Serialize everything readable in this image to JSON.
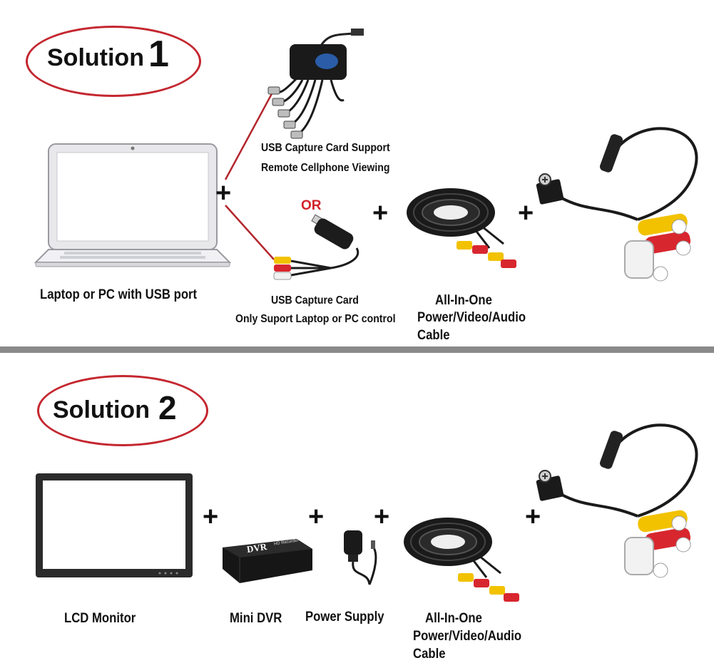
{
  "solution1": {
    "title_word": "Solution",
    "title_number": "1",
    "laptop_label": "Laptop or PC with USB port",
    "capture_card_support_label_line1": "USB Capture Card Support",
    "capture_card_support_label_line2": "Remote Cellphone Viewing",
    "or_label": "OR",
    "capture_card_label_line1": "USB Capture Card",
    "capture_card_label_line2": "Only Suport  Laptop or PC control",
    "cable_label_line1": "All-In-One",
    "cable_label_line2": "Power/Video/Audio",
    "cable_label_line3": "Cable",
    "plus": "+"
  },
  "solution2": {
    "title_word": "Solution",
    "title_number": "2",
    "monitor_label": "LCD Monitor",
    "dvr_label": "Mini DVR",
    "dvr_box_text": "DVR",
    "dvr_box_subtext": "HD Recorder",
    "power_label": "Power Supply",
    "cable_label_line1": "All-In-One",
    "cable_label_line2": "Power/Video/Audio",
    "cable_label_line3": "Cable",
    "plus": "+"
  },
  "colors": {
    "oval": "#c4272f",
    "or": "#d2222a",
    "divider": "#8a8a8a",
    "rca_yellow": "#f2c200",
    "rca_red": "#d8262e",
    "rca_white": "#f2f2f2"
  },
  "icons": [
    "laptop-icon",
    "usb-capture-4ch-icon",
    "usb-capture-card-icon",
    "coiled-cable-icon",
    "mini-camera-icon",
    "lcd-monitor-icon",
    "mini-dvr-icon",
    "power-adapter-icon"
  ]
}
